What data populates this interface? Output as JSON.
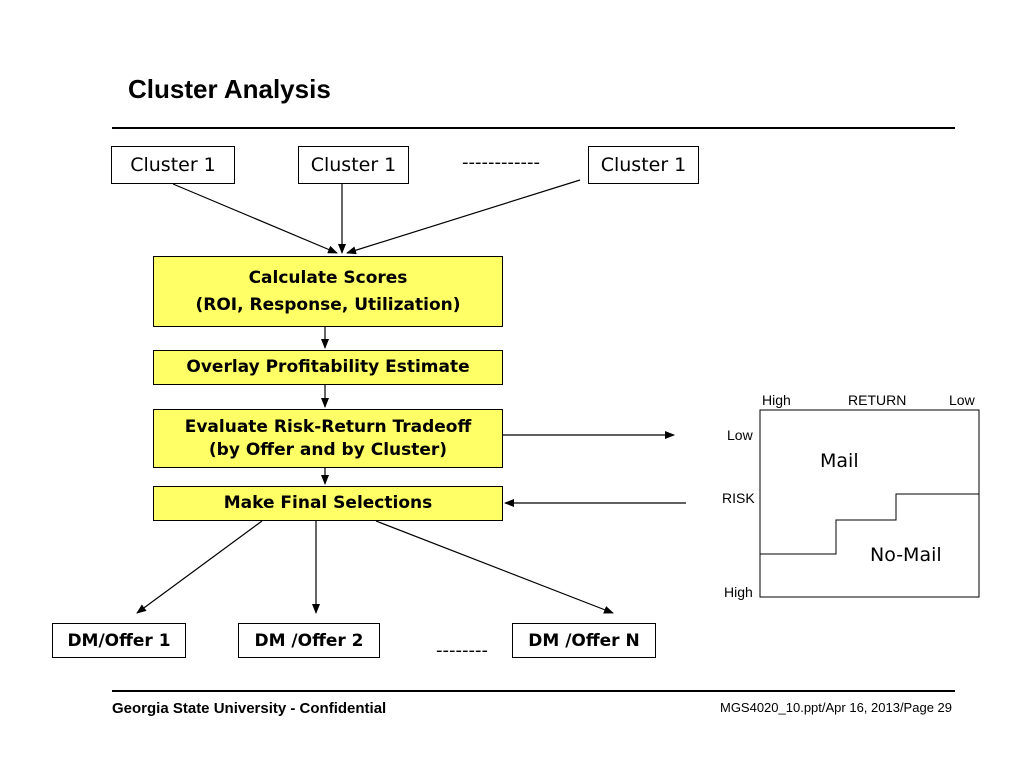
{
  "slide": {
    "title": "Cluster Analysis",
    "footer_left": "Georgia State University - Confidential",
    "footer_right": "MGS4020_10.ppt/Apr 16, 2013/Page 29"
  },
  "clusters": [
    "Cluster 1",
    "Cluster 1",
    "Cluster 1"
  ],
  "cluster_ellipsis": "------------",
  "process": {
    "calculate_line1": "Calculate Scores",
    "calculate_line2": "(ROI, Response, Utilization)",
    "overlay": "Overlay Profitability Estimate",
    "evaluate_line1": "Evaluate Risk-Return Tradeoff",
    "evaluate_line2": "(by Offer and by Cluster)",
    "final": "Make Final Selections"
  },
  "offers": [
    "DM/Offer 1",
    "DM /Offer 2",
    "DM /Offer N"
  ],
  "offer_ellipsis": "--------",
  "risk_return_chart": {
    "top_high": "High",
    "top_axis": "RETURN",
    "top_low": "Low",
    "side_low": "Low",
    "side_axis": "RISK",
    "side_high": "High",
    "mail_label": "Mail",
    "nomail_label": "No-Mail"
  },
  "colors": {
    "process_fill": "#ffff66",
    "line": "#000000"
  }
}
